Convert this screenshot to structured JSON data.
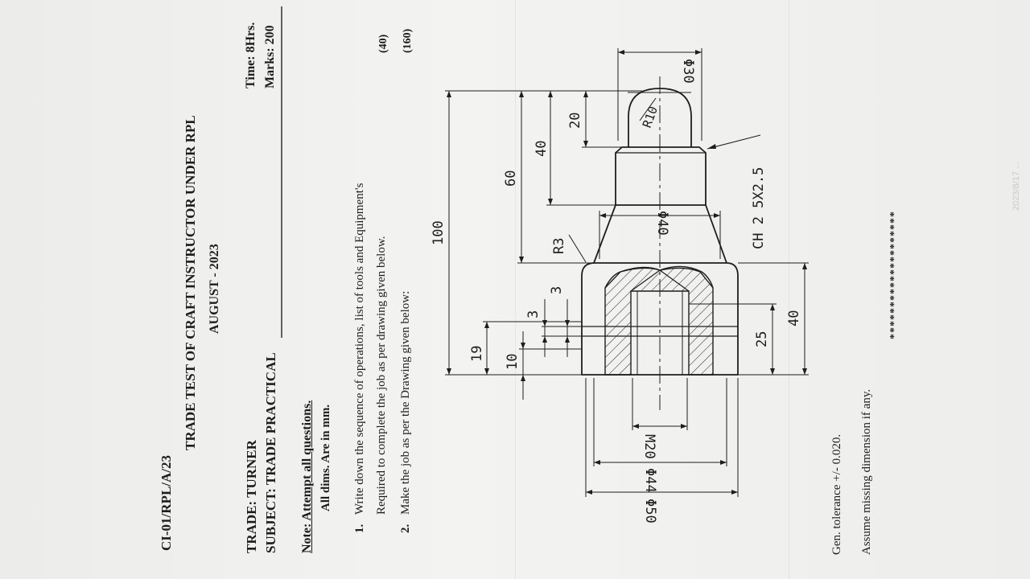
{
  "header": {
    "code": "CI-01/RPL/A/23",
    "title": "TRADE TEST OF CRAFT INSTRUCTOR UNDER RPL",
    "session": "AUGUST - 2023",
    "time": "Time: 8Hrs.",
    "marks": "Marks: 200"
  },
  "info": {
    "trade": "TRADE: TURNER",
    "subject": "SUBJECT: TRADE PRACTICAL",
    "note": "Note: Attempt all questions.",
    "dims_note": "All dims. Are in mm."
  },
  "questions": [
    {
      "num": "1.",
      "line1": "Write down the sequence of operations, list of tools and Equipment's",
      "line2": "Required to complete the job as per drawing given below.",
      "marks": "(40)"
    },
    {
      "num": "2.",
      "line1": "Make the job as per the Drawing given below:",
      "marks": "(160)"
    }
  ],
  "footer": {
    "tolerance": "Gen. tolerance +/- 0.020.",
    "assume": "Assume missing dimension if any.",
    "stars": "********************"
  },
  "drawing": {
    "dims": {
      "d30": "Φ30",
      "r10": "R10",
      "h20": "20",
      "h40": "40",
      "h60": "60",
      "h100": "100",
      "chamfer": "CH 2 5X2.5",
      "d40": "Φ40",
      "r3": "R3",
      "t3a": "3",
      "t3b": "3",
      "h19": "19",
      "h10": "10",
      "h25": "25",
      "h40b": "40",
      "m20": "M20",
      "d44": "Φ44",
      "d50": "Φ50"
    }
  },
  "stamp": "2023/8/17 ..."
}
